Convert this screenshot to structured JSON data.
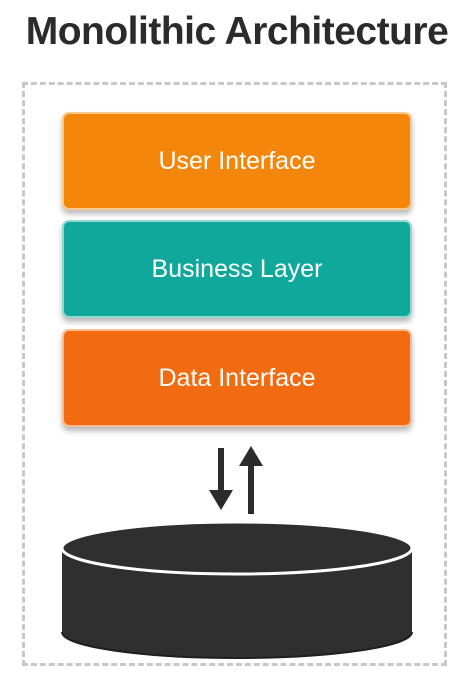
{
  "title": "Monolithic Architecture",
  "layers": [
    {
      "label": "User Interface",
      "color": "#f4870b"
    },
    {
      "label": "Business Layer",
      "color": "#0fa89a"
    },
    {
      "label": "Data Interface",
      "color": "#f26b10"
    }
  ],
  "icons": {
    "arrows": "up-down-arrows-icon",
    "database": "database-icon"
  },
  "colors": {
    "title": "#2b2b2b",
    "frame": "#c8c8c8",
    "arrows": "#2b2b2b",
    "database_body": "#2f2f2f",
    "database_rim": "#ffffff"
  }
}
